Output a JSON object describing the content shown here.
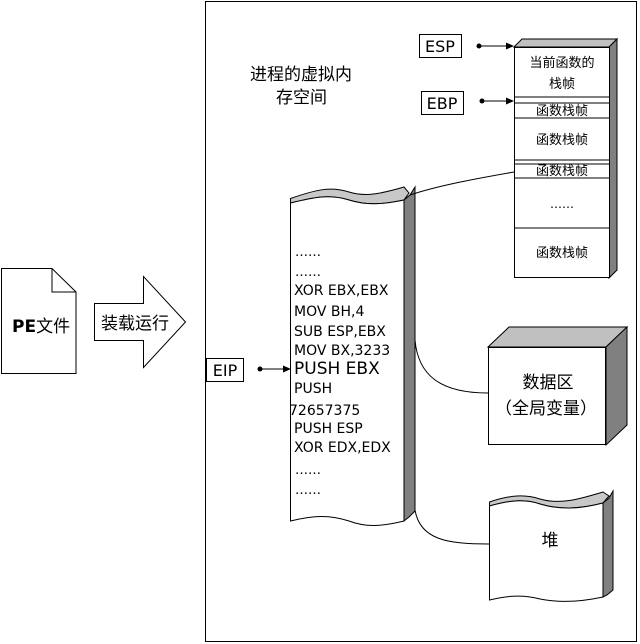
{
  "pe_file": {
    "label_bold": "PE",
    "label_rest": "文件"
  },
  "load_arrow": {
    "label": "装载运行"
  },
  "process_space": {
    "title_line1": "进程的虚拟内",
    "title_line2": "存空间"
  },
  "registers": {
    "esp": "ESP",
    "ebp": "EBP",
    "eip": "EIP"
  },
  "stack": {
    "frames": [
      {
        "line1": "当前函数的",
        "line2": "栈帧"
      },
      {
        "line1": "函数栈帧",
        "line2": ""
      },
      {
        "line1": "函数栈帧",
        "line2": ""
      },
      {
        "line1": "函数栈帧",
        "line2": ""
      },
      {
        "line1": "……",
        "line2": ""
      },
      {
        "line1": "函数栈帧",
        "line2": ""
      }
    ]
  },
  "code": {
    "lines": [
      "……",
      "……",
      "XOR EBX,EBX",
      "MOV BH,4",
      "SUB ESP,EBX",
      "MOV BX,3233",
      "PUSH EBX",
      "PUSH",
      "72657375",
      "PUSH ESP",
      "XOR EDX,EDX",
      "……",
      "……"
    ]
  },
  "data_area": {
    "line1": "数据区",
    "line2": "（全局变量）"
  },
  "heap": {
    "label": "堆"
  },
  "colors": {
    "line": "#000000",
    "shadow": "#808080",
    "shadow_light": "#b0b0b0",
    "background": "#ffffff"
  }
}
